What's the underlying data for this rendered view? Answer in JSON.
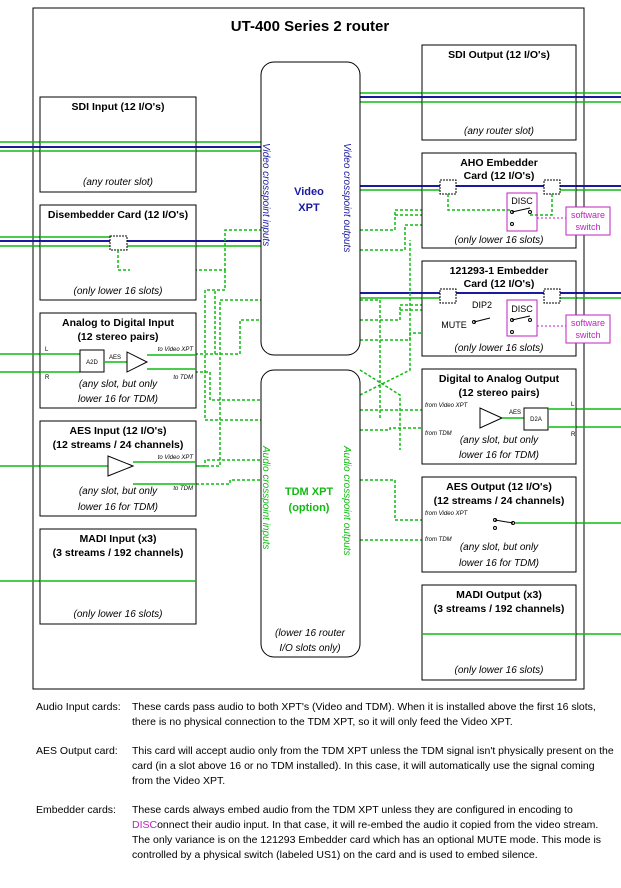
{
  "title": "UT-400 Series 2 router",
  "colors": {
    "video": "#1a1aa0",
    "audio": "#11bb11",
    "software": "#c020c0",
    "box": "#000000"
  },
  "xpt": {
    "video_label_1": "Video",
    "video_label_2": "XPT",
    "video_inputs": "Video crosspoint inputs",
    "video_outputs": "Video crosspoint outputs",
    "tdm_label_1": "TDM XPT",
    "tdm_label_2": "(option)",
    "tdm_inputs": "Audio crosspoint inputs",
    "tdm_outputs": "Audio crosspoint outputs",
    "tdm_note_1": "(lower 16 router",
    "tdm_note_2": "I/O slots only)"
  },
  "inputs": {
    "sdi": {
      "title": "SDI Input (12 I/O's)",
      "note": "(any router slot)"
    },
    "disembedder": {
      "title": "Disembedder Card (12 I/O's)",
      "note": "(only lower 16 slots)"
    },
    "adc": {
      "title_1": "Analog to Digital Input",
      "title_2": "(12 stereo pairs)",
      "l": "L",
      "r": "R",
      "a2d": "A2D",
      "aes": "AES",
      "to_video": "to Video XPT",
      "to_tdm": "to TDM",
      "note_1": "(any slot, but only",
      "note_2": "lower 16 for TDM)"
    },
    "aes": {
      "title_1": "AES Input (12 I/O's)",
      "title_2": "(12 streams / 24 channels)",
      "to_video": "to Video XPT",
      "to_tdm": "to TDM",
      "note_1": "(any slot, but only",
      "note_2": "lower 16 for TDM)"
    },
    "madi": {
      "title_1": "MADI Input (x3)",
      "title_2": "(3 streams / 192 channels)",
      "note": "(only lower 16 slots)"
    }
  },
  "outputs": {
    "sdi": {
      "title": "SDI Output (12 I/O's)",
      "note": "(any router slot)"
    },
    "aho": {
      "title_1": "AHO Embedder",
      "title_2": "Card (12 I/O's)",
      "disc": "DISC",
      "note": "(only lower 16 slots)",
      "software_1": "software",
      "software_2": "switch"
    },
    "emb121293": {
      "title_1": "121293-1 Embedder",
      "title_2": "Card (12 I/O's)",
      "dip": "DIP2",
      "mute": "MUTE",
      "disc": "DISC",
      "note": "(only lower 16 slots)",
      "software_1": "software",
      "software_2": "switch"
    },
    "dac": {
      "title_1": "Digital to Analog Output",
      "title_2": "(12 stereo pairs)",
      "from_video": "from Video XPT",
      "from_tdm": "from TDM",
      "aes": "AES",
      "d2a": "D2A",
      "l": "L",
      "r": "R",
      "note_1": "(any slot, but only",
      "note_2": "lower 16 for TDM)"
    },
    "aes": {
      "title_1": "AES Output (12 I/O's)",
      "title_2": "(12 streams / 24 channels)",
      "from_video": "from Video XPT",
      "from_tdm": "from TDM",
      "note_1": "(any slot, but only",
      "note_2": "lower 16 for TDM)"
    },
    "madi": {
      "title_1": "MADI Output (x3)",
      "title_2": "(3 streams / 192 channels)",
      "note": "(only lower 16 slots)"
    }
  },
  "notes": [
    {
      "key": "Audio Input cards:",
      "text": "These cards pass audio to both XPT's (Video and TDM).  When it is installed above the first 16 slots, there is no physical connection to the TDM XPT, so it will only feed the Video XPT."
    },
    {
      "key": "AES Output card:",
      "text": "This card will accept audio only from the TDM XPT unless the TDM signal isn't physically present on the card (in a slot above 16 or no TDM installed).  In this case, it will automatically use the signal coming from the Video XPT."
    },
    {
      "key": "Embedder cards:",
      "text_1": "These cards always embed audio from the TDM XPT unless they are configured in encoding to ",
      "highlight": "DISC",
      "text_2": "onnect their audio input.  In that case, it will re-embed the audio it copied from the video stream.  The only variance is on the 121293 Embedder card which has an optional MUTE mode.  This mode is controlled by a physical switch (labeled US1) on the card and is used to embed silence."
    }
  ]
}
